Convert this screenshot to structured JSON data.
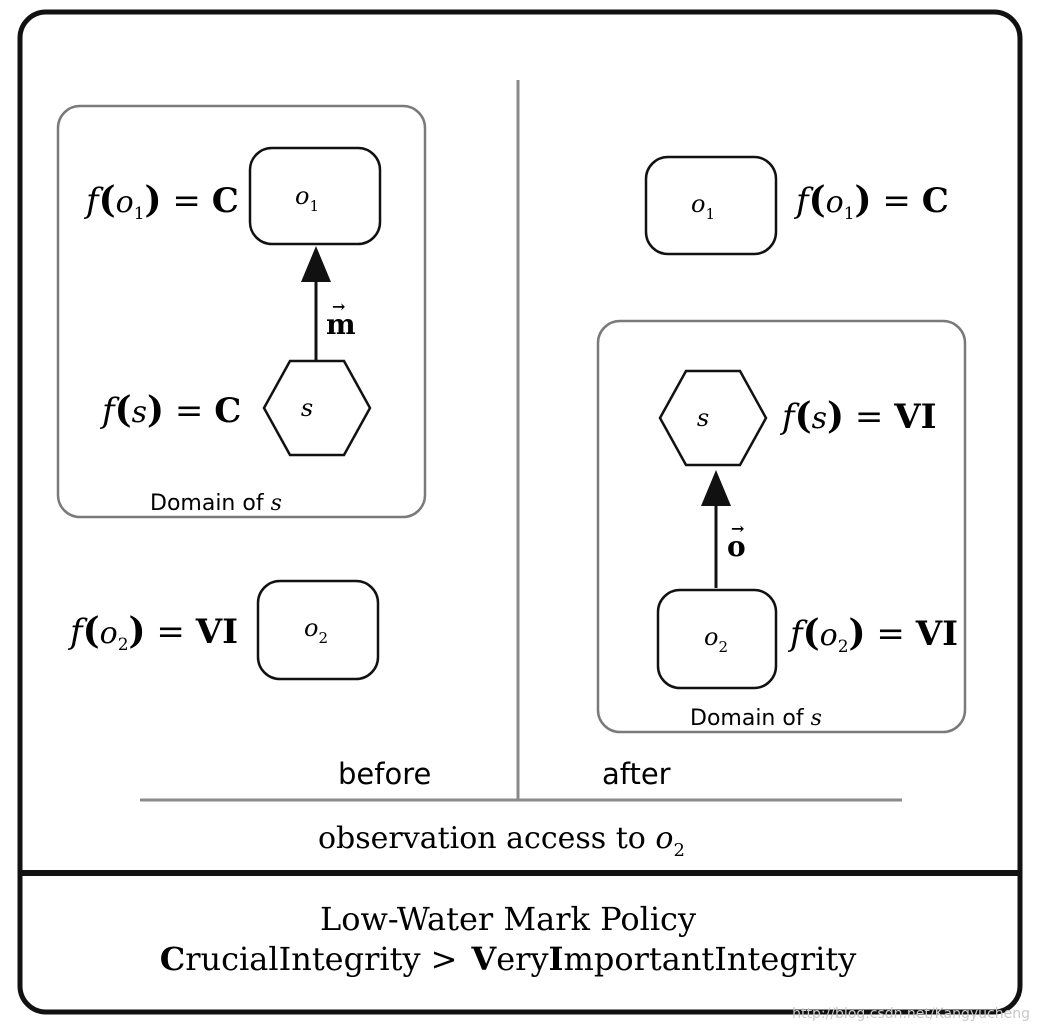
{
  "before_label": "before",
  "after_label": "after",
  "caption": {
    "prefix": "observation access to ",
    "var": "o",
    "sub": "2"
  },
  "title": "Low-Water Mark Policy",
  "ordering": {
    "a_cap": "C",
    "a_rest": "rucialIntegrity",
    "op": ">",
    "b_cap1": "V",
    "b_rest1": "ery",
    "b_cap2": "I",
    "b_rest2": "mportantIntegrity"
  },
  "watermark": "http://blog.csdn.net/Kangyucheng",
  "before": {
    "domain_label": "Domain of ",
    "domain_var": "s",
    "o1": {
      "var": "o",
      "sub": "1",
      "f": "f",
      "level": "C"
    },
    "s": {
      "var": "s",
      "f": "f",
      "level": "C"
    },
    "arrow_label": "m",
    "o2": {
      "var": "o",
      "sub": "2",
      "f": "f",
      "level": "VI"
    }
  },
  "after": {
    "domain_label": "Domain of ",
    "domain_var": "s",
    "o1": {
      "var": "o",
      "sub": "1",
      "f": "f",
      "level": "C"
    },
    "s": {
      "var": "s",
      "f": "f",
      "level": "VI"
    },
    "arrow_label": "o",
    "o2": {
      "var": "o",
      "sub": "2",
      "f": "f",
      "level": "VI"
    }
  },
  "colors": {
    "frame": "#111111",
    "domain_border": "#7a7a7a",
    "divider": "#8a8a8a"
  }
}
